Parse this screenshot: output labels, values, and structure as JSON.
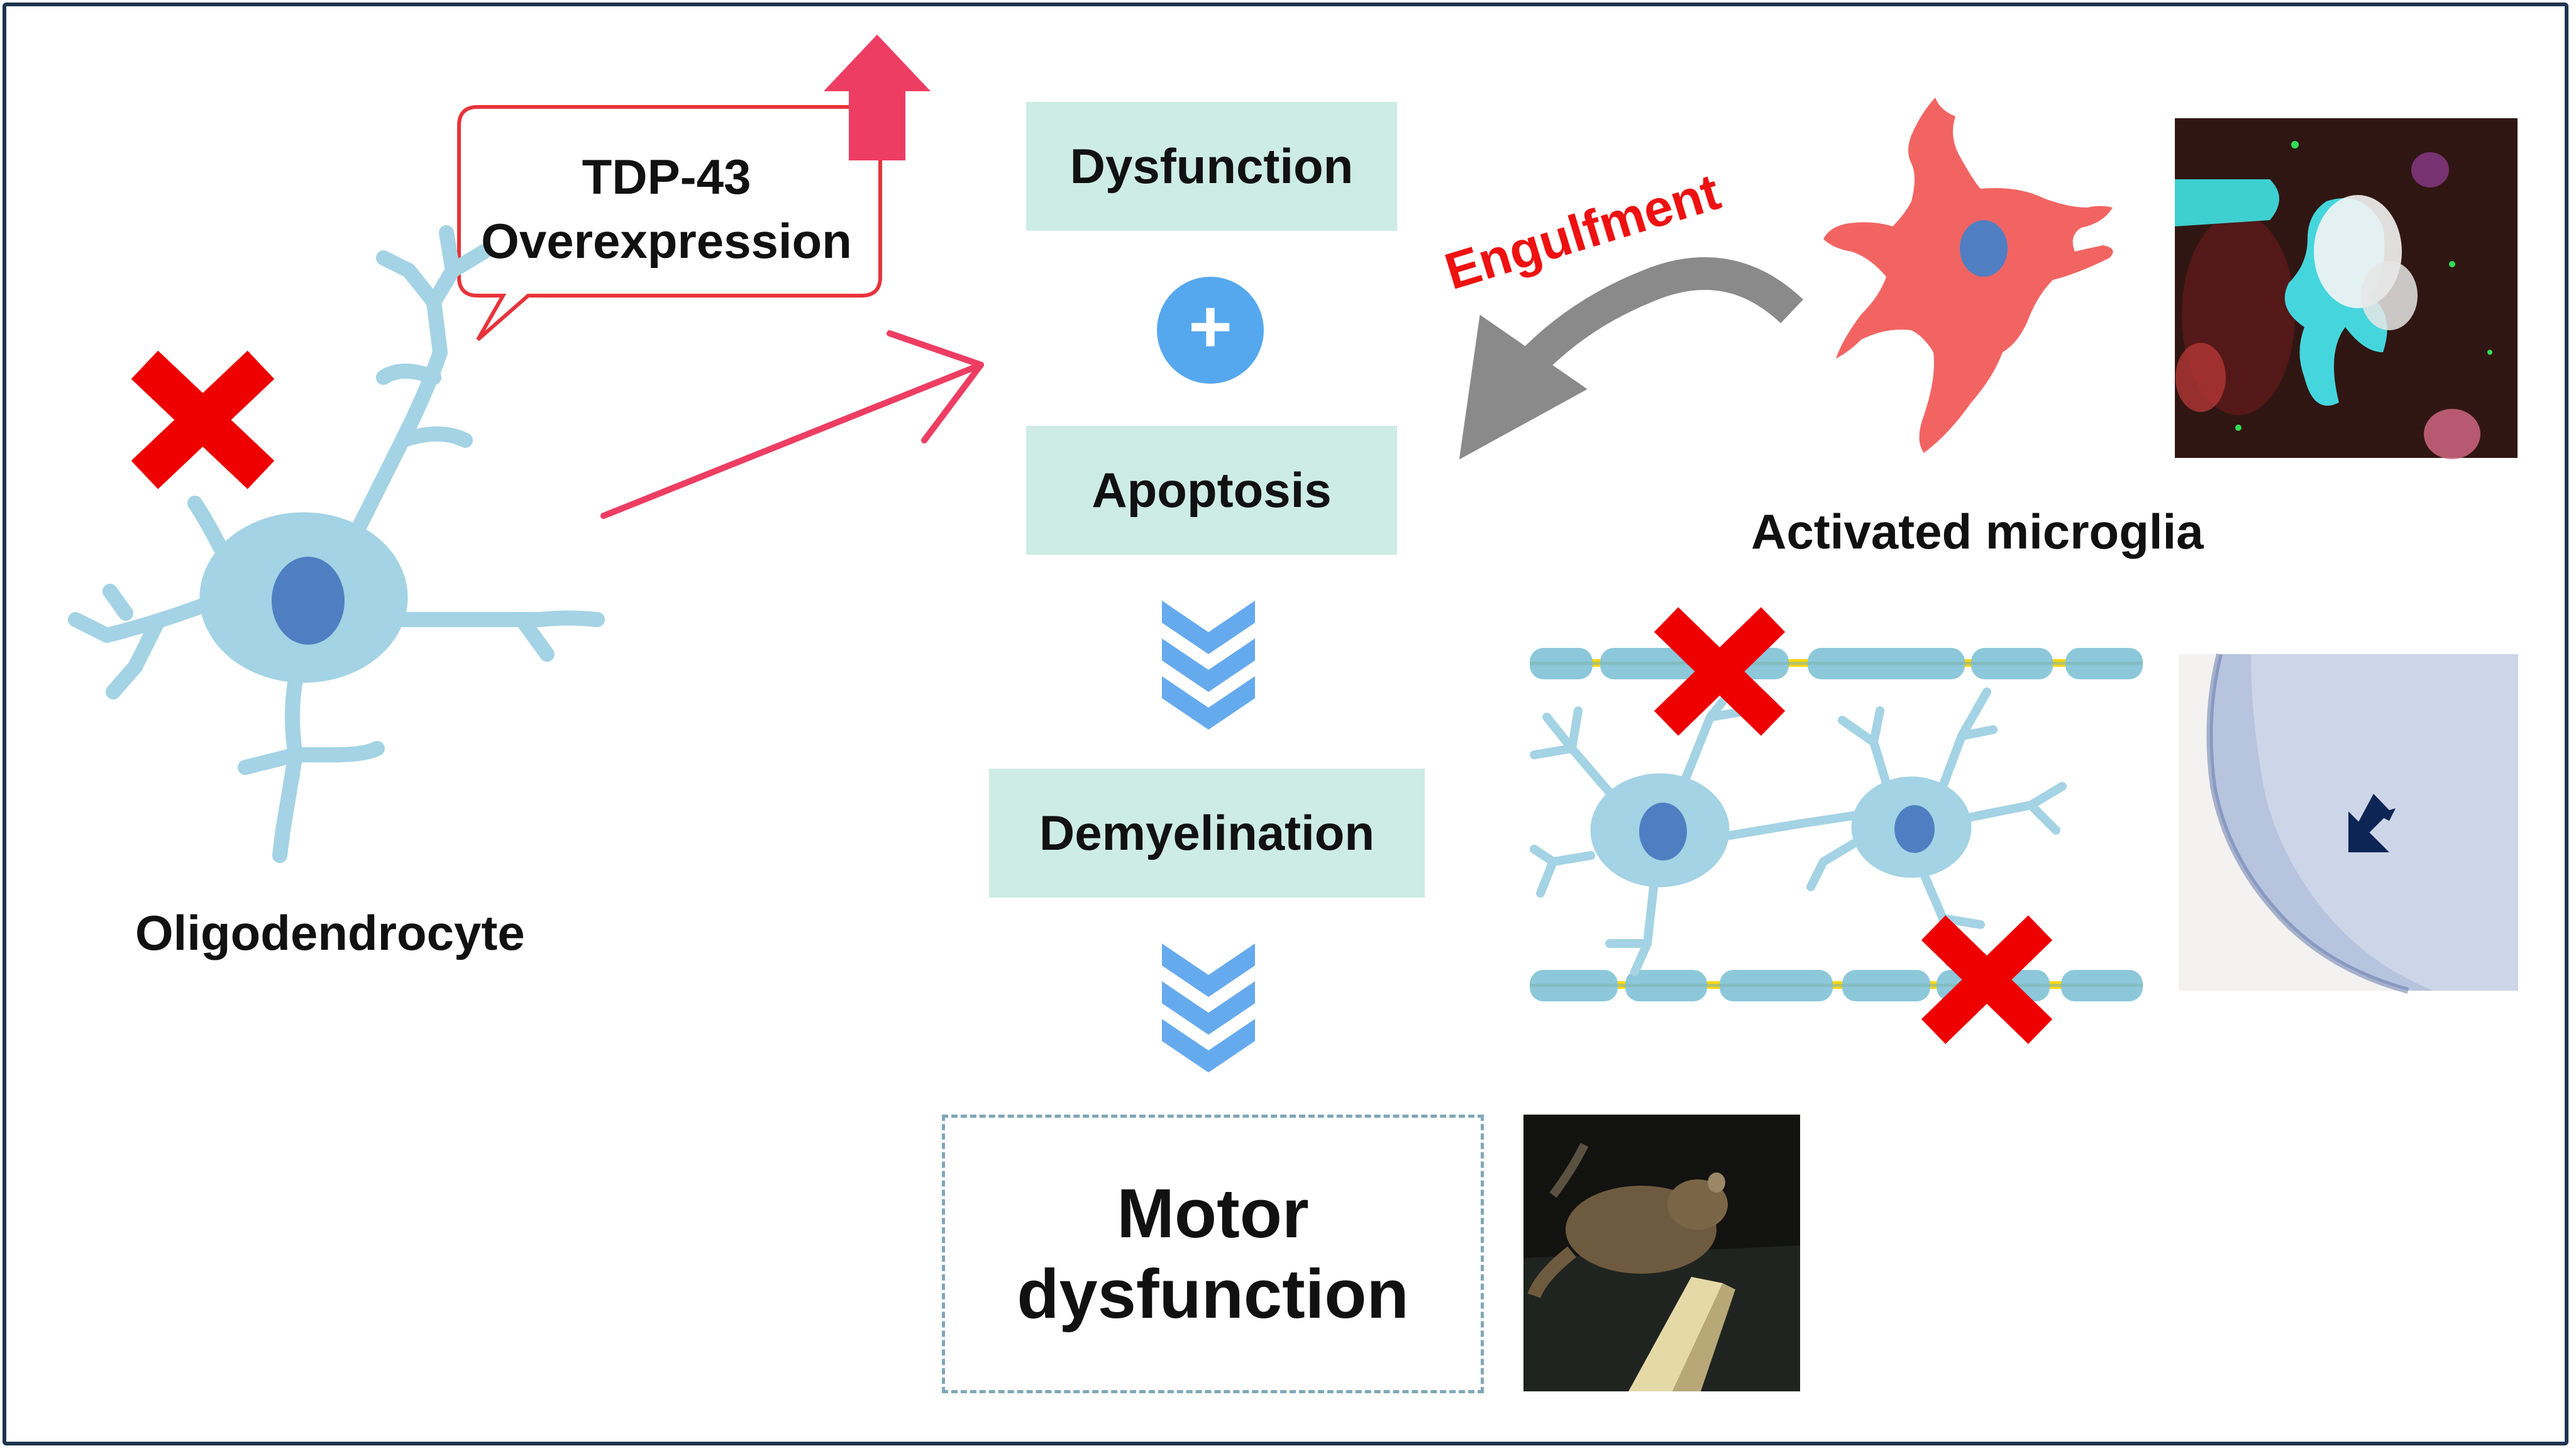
{
  "diagram": {
    "callout": {
      "line1": "TDP-43",
      "line2": "Overexpression"
    },
    "steps": {
      "dysfunction": "Dysfunction",
      "plus_symbol": "+",
      "apoptosis": "Apoptosis",
      "demyelination": "Demyelination",
      "motor_line1": "Motor",
      "motor_line2": "dysfunction"
    },
    "labels": {
      "oligodendrocyte": "Oligodendrocyte",
      "activated_microglia": "Activated microglia",
      "engulfment": "Engulfment"
    },
    "images": {
      "microscopy": "fluorescence-microscopy-image",
      "spinal_section": "spinal-cord-section-image",
      "mouse_video": "mouse-beam-walking-image"
    },
    "colors": {
      "frame": "#1f3550",
      "box_fill": "#cdece3",
      "cell_fill": "#a3d3e4",
      "nucleus": "#4f7fc2",
      "microglia": "#f26462",
      "cross": "#ee0000",
      "arrow_pink": "#ee3d62",
      "engulf_arrow": "#8a8a8a",
      "chevron": "#66aaee",
      "plus_circle": "#55a8ee"
    }
  }
}
